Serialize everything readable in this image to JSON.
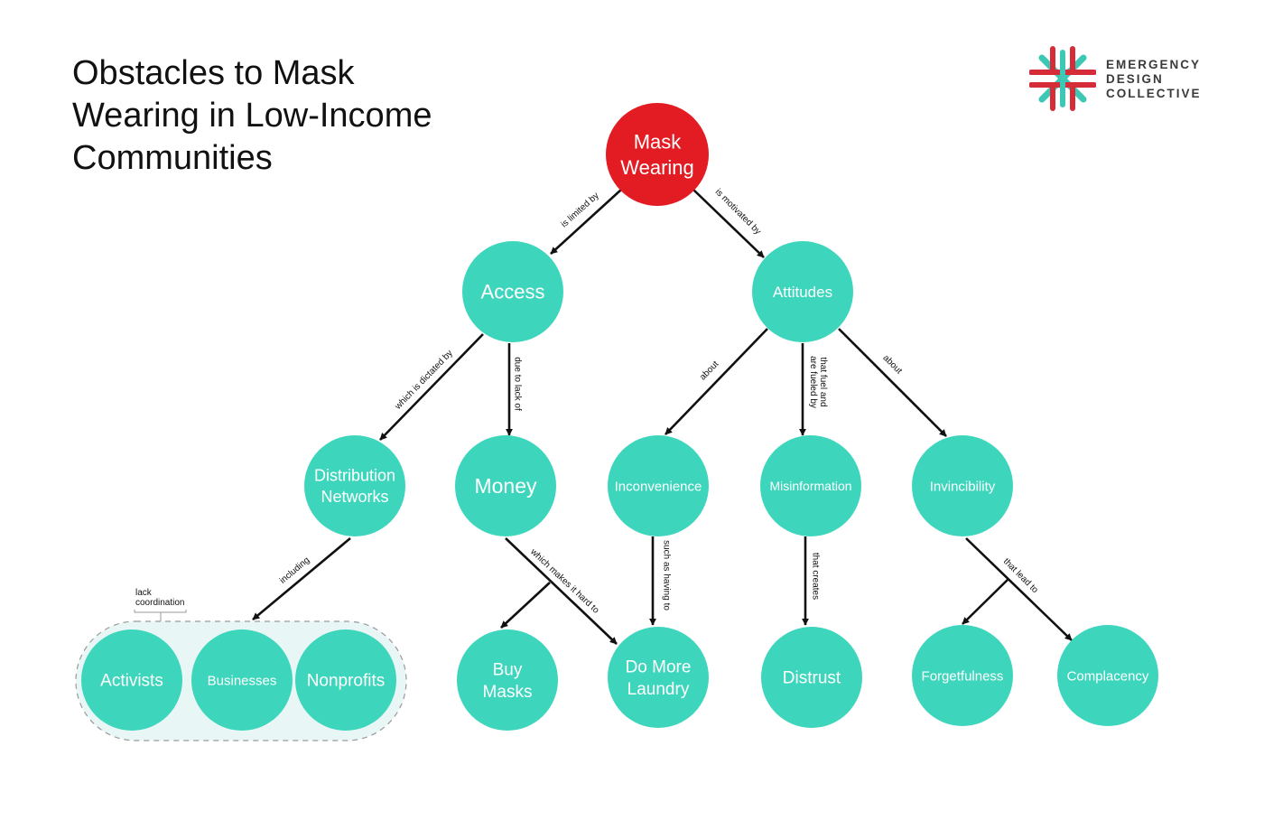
{
  "title": {
    "lines": [
      "Obstacles to Mask",
      "Wearing in Low-Income",
      "Communities"
    ]
  },
  "logo": {
    "lines": [
      "EMERGENCY",
      "DESIGN",
      "COLLECTIVE"
    ]
  },
  "colors": {
    "root": "#e31b23",
    "node": "#3dd6bd",
    "group_fill": "#e8f7f5",
    "logo_red": "#d62c37",
    "logo_teal": "#3cc8b4"
  },
  "nodes": {
    "mask": {
      "lines": [
        "Mask",
        "Wearing"
      ]
    },
    "access": {
      "lines": [
        "Access"
      ]
    },
    "attitudes": {
      "lines": [
        "Attitudes"
      ]
    },
    "distribution": {
      "lines": [
        "Distribution",
        "Networks"
      ]
    },
    "money": {
      "lines": [
        "Money"
      ]
    },
    "inconvenience": {
      "lines": [
        "Inconvenience"
      ]
    },
    "misinformation": {
      "lines": [
        "Misinformation"
      ]
    },
    "invincibility": {
      "lines": [
        "Invincibility"
      ]
    },
    "activists": {
      "lines": [
        "Activists"
      ]
    },
    "businesses": {
      "lines": [
        "Businesses"
      ]
    },
    "nonprofits": {
      "lines": [
        "Nonprofits"
      ]
    },
    "buy_masks": {
      "lines": [
        "Buy",
        "Masks"
      ]
    },
    "laundry": {
      "lines": [
        "Do More",
        "Laundry"
      ]
    },
    "distrust": {
      "lines": [
        "Distrust"
      ]
    },
    "forgetfulness": {
      "lines": [
        "Forgetfulness"
      ]
    },
    "complacency": {
      "lines": [
        "Complacency"
      ]
    }
  },
  "edges": {
    "limited": {
      "lines": [
        "is limited by"
      ]
    },
    "motivated": {
      "lines": [
        "is motivated by"
      ]
    },
    "dictated": {
      "lines": [
        "which is dictated by"
      ]
    },
    "lack_of": {
      "lines": [
        "due to lack of"
      ]
    },
    "about_left": {
      "lines": [
        "about"
      ]
    },
    "fuel": {
      "lines": [
        "that fuel and",
        "are fueled by"
      ]
    },
    "about_right": {
      "lines": [
        "about"
      ]
    },
    "including": {
      "lines": [
        "including"
      ]
    },
    "hard_to": {
      "lines": [
        "which makes it hard to"
      ]
    },
    "such_as": {
      "lines": [
        "such as having to"
      ]
    },
    "creates": {
      "lines": [
        "that creates"
      ]
    },
    "lead_to": {
      "lines": [
        "that lead to"
      ]
    }
  },
  "group_note": {
    "lines": [
      "lack",
      "coordination"
    ]
  }
}
